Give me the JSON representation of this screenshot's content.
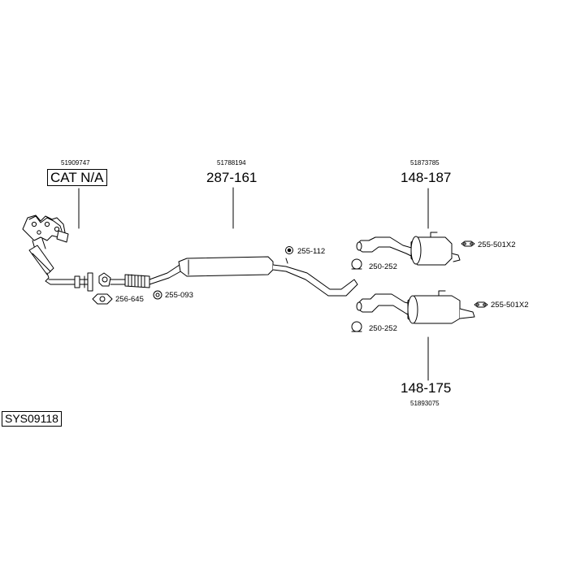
{
  "system_code": "SYS09118",
  "parts": {
    "cat": {
      "oe": "51909747",
      "code": "CAT N/A"
    },
    "middle": {
      "oe": "51788194",
      "code": "287-161"
    },
    "rear_upper": {
      "oe": "51873785",
      "code": "148-187"
    },
    "rear_lower": {
      "oe": "51893075",
      "code": "148-175"
    }
  },
  "fittings": {
    "gasket": "256-645",
    "clamp_front": "255-093",
    "hanger_mid": "255-112",
    "clamp_upper": "250-252",
    "clamp_lower": "250-252",
    "rubber_upper": "255-501X2",
    "rubber_lower": "255-501X2"
  }
}
